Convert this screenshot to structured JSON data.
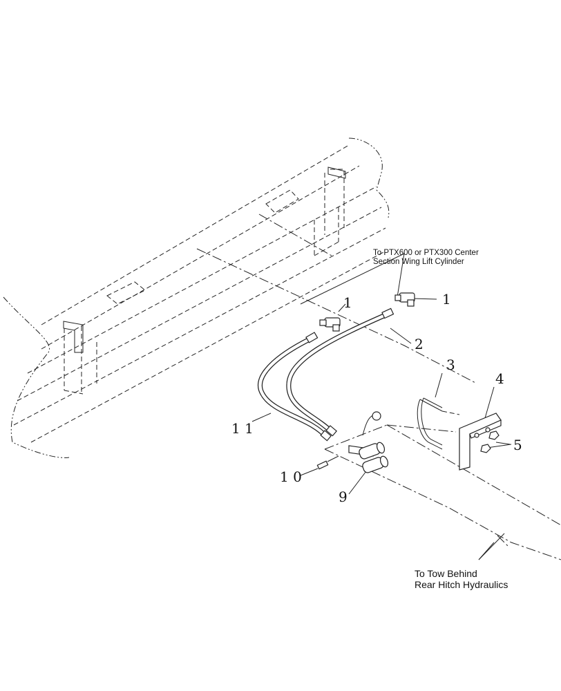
{
  "diagram": {
    "callouts": {
      "c1a": "1",
      "c1b": "1",
      "c2": "2",
      "c3": "3",
      "c4": "4",
      "c5": "5",
      "c9": "9",
      "c10": "1 0",
      "c11": "1 1"
    },
    "notes": {
      "center": {
        "line1": "To PTX600 or PTX300 Center",
        "line2": "Section Wing Lift Cylinder"
      },
      "rear": {
        "line1": "To Tow Behind",
        "line2": "Rear Hitch Hydraulics"
      }
    }
  }
}
